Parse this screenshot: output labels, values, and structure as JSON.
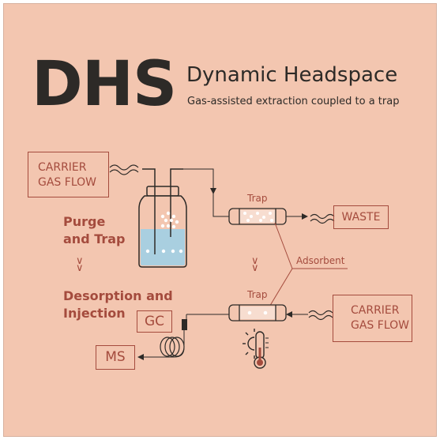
{
  "header": {
    "acronym": "DHS",
    "title": "Dynamic Headspace",
    "subtitle": "Gas-assisted extraction coupled to a trap"
  },
  "boxes": {
    "carrier_top_line1": "CARRIER",
    "carrier_top_line2": "GAS FLOW",
    "waste": "WASTE",
    "carrier_bottom_line1": "CARRIER",
    "carrier_bottom_line2": "GAS FLOW",
    "gc": "GC",
    "ms": "MS"
  },
  "steps": {
    "purge_line1": "Purge",
    "purge_line2": "and Trap",
    "desorption_line1": "Desorption and",
    "desorption_line2": "Injection"
  },
  "labels": {
    "trap_top": "Trap",
    "trap_bottom": "Trap",
    "adsorbent": "Adsorbent"
  },
  "colors": {
    "background": "#f3c6b0",
    "accent": "#a44b3d",
    "ink": "#2d2a27",
    "liquid": "#a9cfe0"
  },
  "icons": [
    "wavy-flow-icon",
    "vial-icon",
    "trap-tube-icon",
    "chevron-down-icon",
    "thermometer-icon",
    "sun-icon",
    "coil-icon"
  ]
}
